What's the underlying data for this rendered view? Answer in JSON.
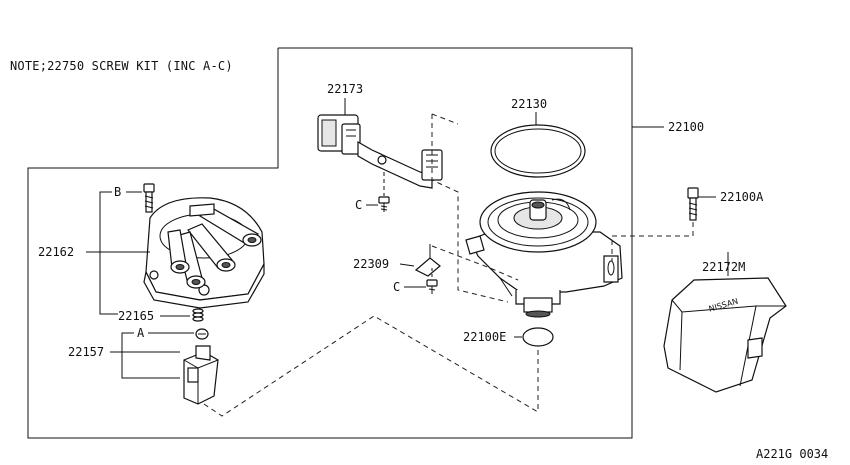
{
  "note": "NOTE;22750 SCREW KIT (INC A-C)",
  "catalog_code": "A221G 0034",
  "callouts": {
    "p22173": "22173",
    "p22130": "22130",
    "p22100": "22100",
    "p22100A": "22100A",
    "p22172M": "22172M",
    "p22309": "22309",
    "p22100E": "22100E",
    "p22162": "22162",
    "p22165": "22165",
    "p22157": "22157",
    "letter_b": "B",
    "letter_a": "A",
    "letter_c1": "C",
    "letter_c2": "C"
  },
  "stamp": "NISSAN"
}
